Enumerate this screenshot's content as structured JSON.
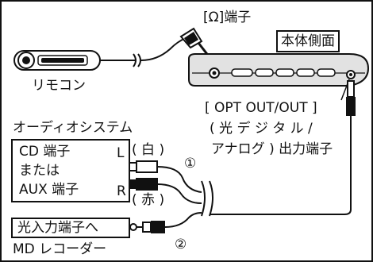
{
  "remote": {
    "label": "リモコン"
  },
  "player": {
    "headphone_jack_label": "[Ω]端子",
    "body_side_label": "本体側面"
  },
  "output_jack": {
    "line1": "[ OPT OUT/OUT ]",
    "line2": "( 光 デ ジ タ ル /",
    "line3": "アナログ ) 出力端子"
  },
  "audio_system": {
    "title": "オーディオシステム",
    "line1": "CD 端子",
    "line2": "または",
    "line3": "AUX 端子",
    "left_channel": "L",
    "right_channel": "R",
    "left_color": "( 白 )",
    "right_color": "( 赤 )"
  },
  "cables": {
    "cable1_number": "①",
    "cable2_number": "②"
  },
  "md_recorder": {
    "optical_input_label": "光入力端子へ",
    "title": "MD レコーダー"
  },
  "colors": {
    "ink": "#111111",
    "paper": "#ffffff",
    "player_fill": "#d9d9d9"
  }
}
